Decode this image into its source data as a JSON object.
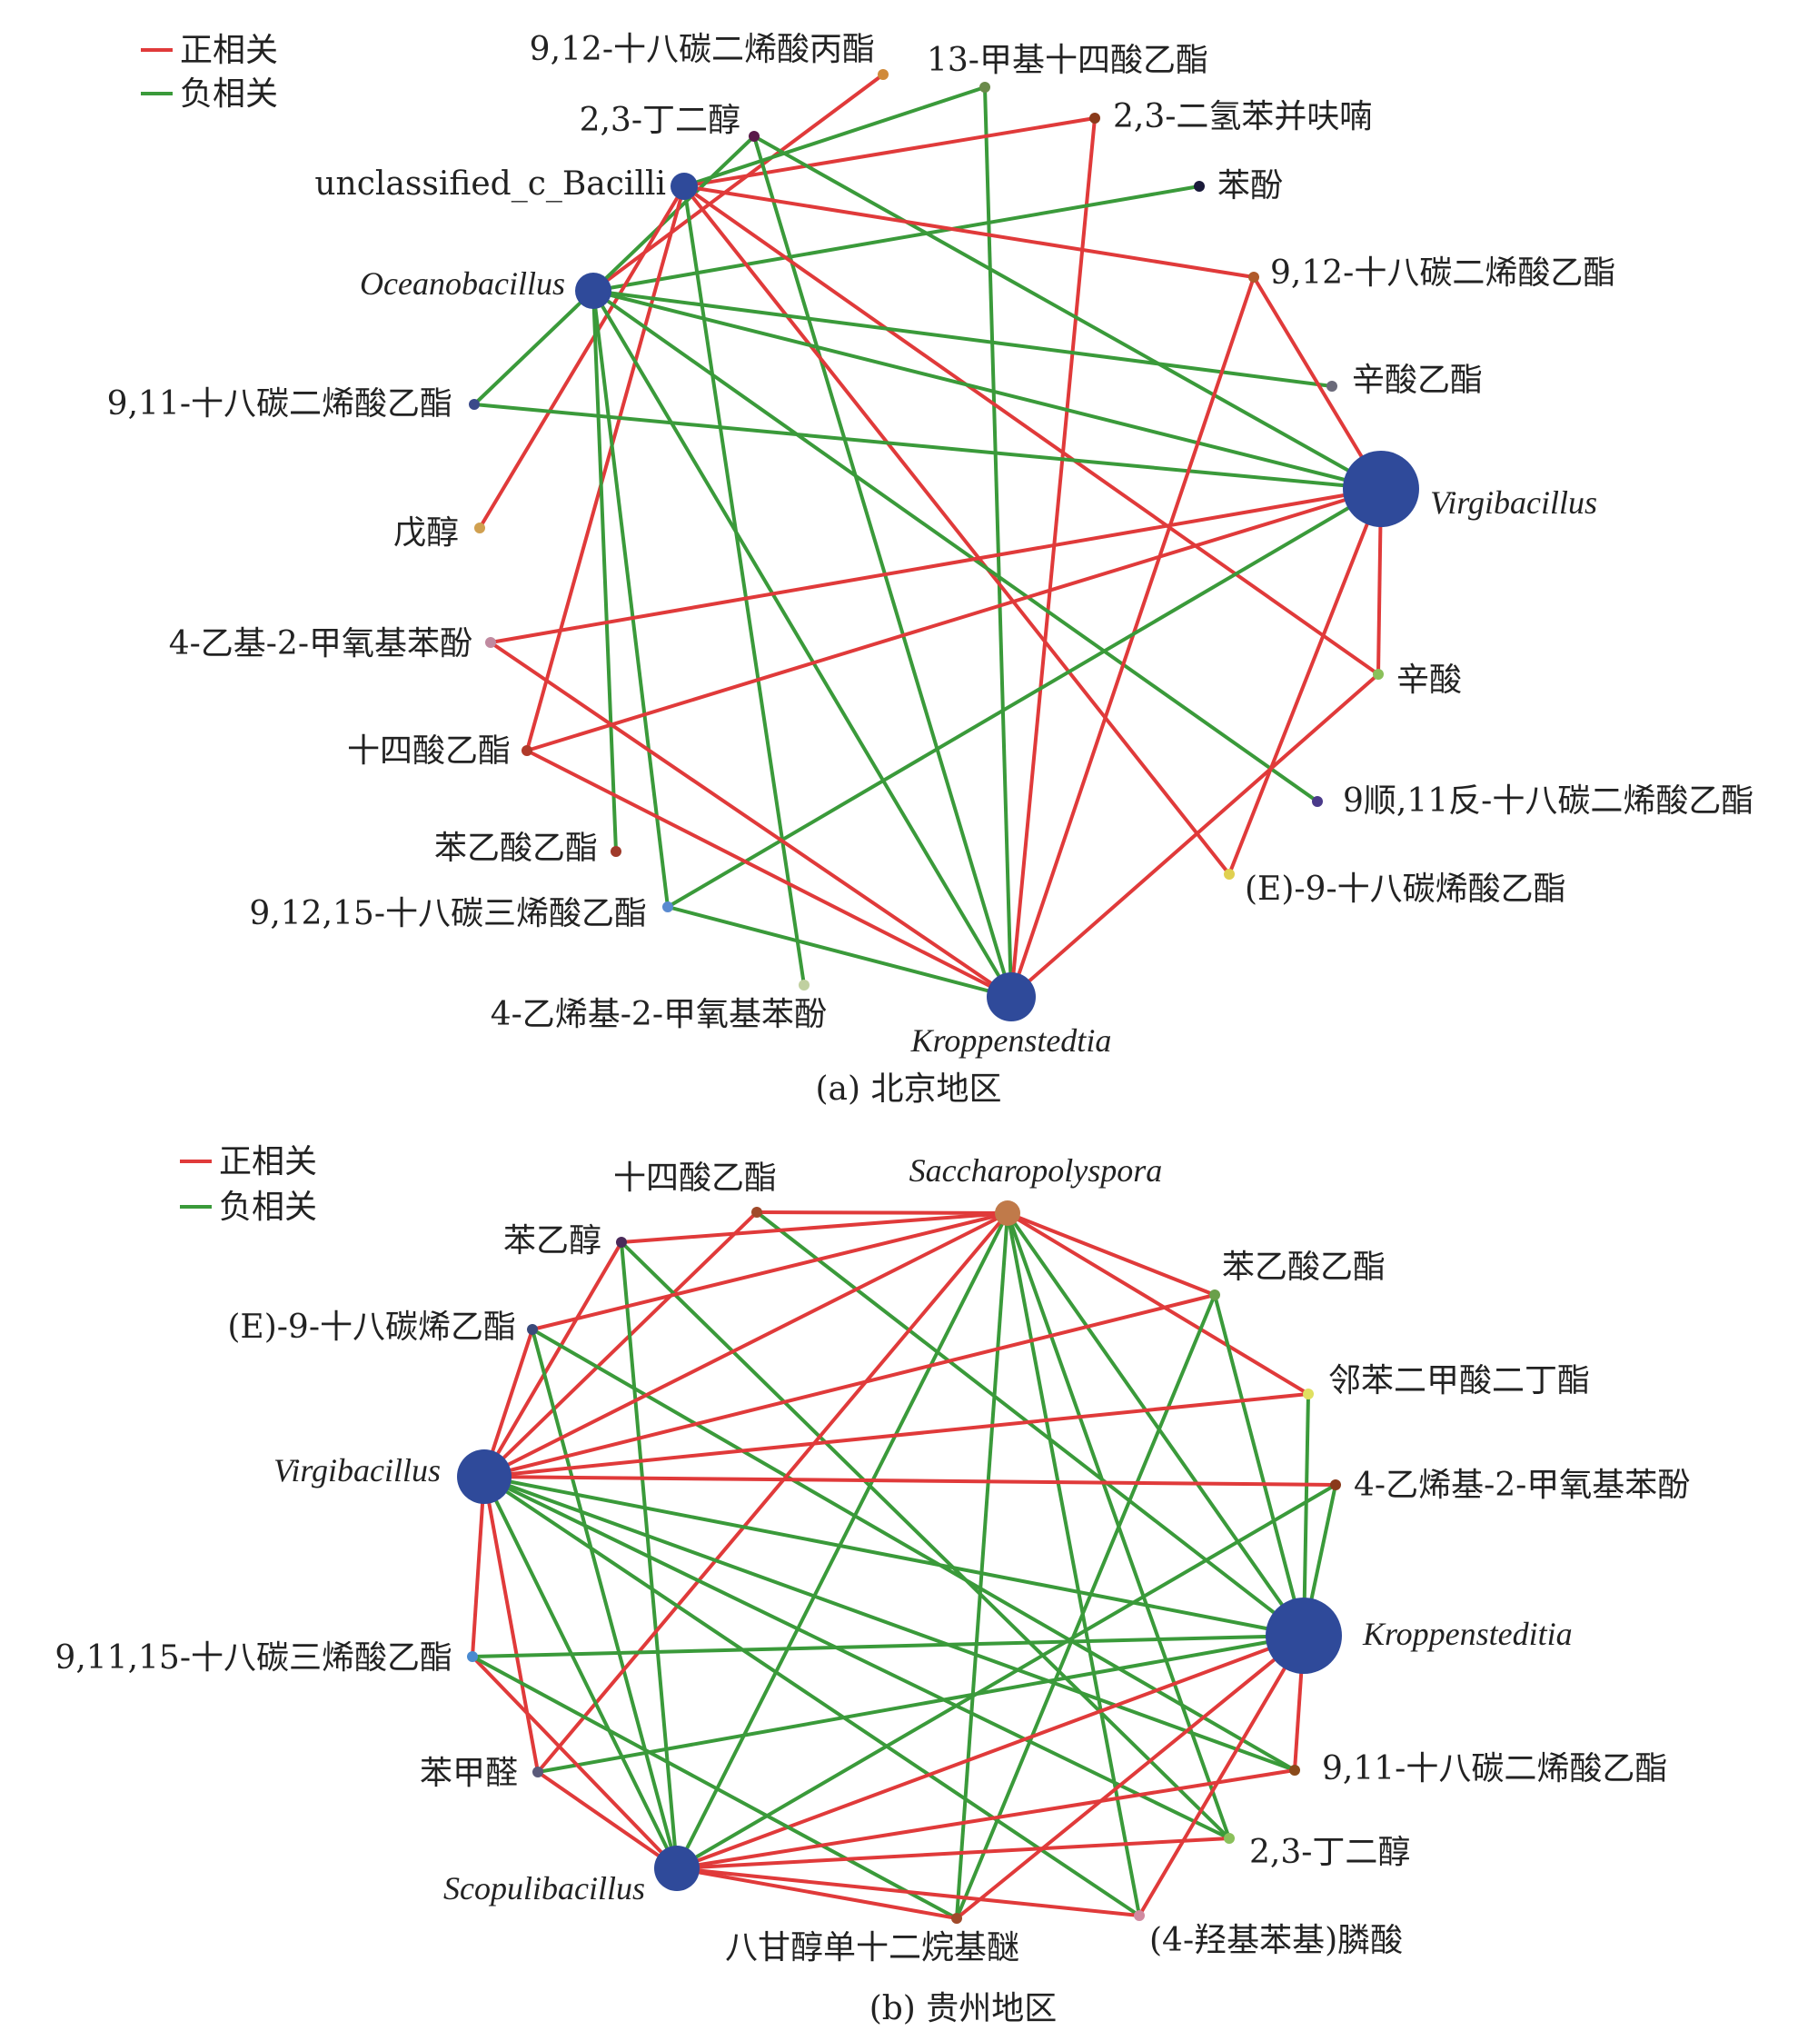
{
  "colors": {
    "positive": "#e03a3a",
    "negative": "#3a9a3a"
  },
  "panels": [
    {
      "id": "a",
      "legend": {
        "positive": "正相关",
        "negative": "负相关"
      },
      "caption": "(a) 北京地区",
      "nodes": [
        {
          "id": "acid_ester_9_12_propyl",
          "label": "9,12-十八碳二烯酸丙酯",
          "italic": false,
          "type": "compound",
          "color": "#d08a3a"
        },
        {
          "id": "methyl13_tetradecanoate",
          "label": "13-甲基十四酸乙酯",
          "italic": false,
          "type": "compound",
          "color": "#6a8a4a"
        },
        {
          "id": "butanediol",
          "label": "2,3-丁二醇",
          "italic": false,
          "type": "compound",
          "color": "#5a1a4a"
        },
        {
          "id": "dihydrobenzofuran",
          "label": "2,3-二氢苯并呋喃",
          "italic": false,
          "type": "compound",
          "color": "#8a3a1a"
        },
        {
          "id": "unclassified_bacilli",
          "label": "unclassified_c_Bacilli",
          "italic": false,
          "type": "genus",
          "color": "#2f4a9a"
        },
        {
          "id": "phenol",
          "label": "苯酚",
          "italic": false,
          "type": "compound",
          "color": "#1a1a3a"
        },
        {
          "id": "oceanobacillus",
          "label": "Oceanobacillus",
          "italic": true,
          "type": "genus",
          "color": "#2f4a9a"
        },
        {
          "id": "ethyl_9_12_linoleate",
          "label": "9,12-十八碳二烯酸乙酯",
          "italic": false,
          "type": "compound",
          "color": "#b05a2a"
        },
        {
          "id": "ethyl_9_11_octadecadienoate",
          "label": "9,11-十八碳二烯酸乙酯",
          "italic": false,
          "type": "compound",
          "color": "#3a4a8a"
        },
        {
          "id": "ethyl_octanoate",
          "label": "辛酸乙酯",
          "italic": false,
          "type": "compound",
          "color": "#6a6a7a"
        },
        {
          "id": "virgibacillus",
          "label": "Virgibacillus",
          "italic": true,
          "type": "genus",
          "color": "#2f4a9a"
        },
        {
          "id": "pentanol",
          "label": "戊醇",
          "italic": false,
          "type": "compound",
          "color": "#d0a050"
        },
        {
          "id": "ethyl_guaiacol",
          "label": "4-乙基-2-甲氧基苯酚",
          "italic": false,
          "type": "compound",
          "color": "#c08aa0"
        },
        {
          "id": "octanoic_acid",
          "label": "辛酸",
          "italic": false,
          "type": "compound",
          "color": "#8ac05a"
        },
        {
          "id": "ethyl_myristate",
          "label": "十四酸乙酯",
          "italic": false,
          "type": "compound",
          "color": "#b03a2a"
        },
        {
          "id": "ethyl_9c11t",
          "label": "9顺,11反-十八碳二烯酸乙酯",
          "italic": false,
          "type": "compound",
          "color": "#4a3a8a"
        },
        {
          "id": "ethyl_phenylacetate",
          "label": "苯乙酸乙酯",
          "italic": false,
          "type": "compound",
          "color": "#a03a2a"
        },
        {
          "id": "ethyl_oleate",
          "label": "(E)-9-十八碳烯酸乙酯",
          "italic": false,
          "type": "compound",
          "color": "#e0d050"
        },
        {
          "id": "ethyl_linolenate",
          "label": "9,12,15-十八碳三烯酸乙酯",
          "italic": false,
          "type": "compound",
          "color": "#5a8ad0"
        },
        {
          "id": "vinyl_guaiacol",
          "label": "4-乙烯基-2-甲氧基苯酚",
          "italic": false,
          "type": "compound",
          "color": "#c0d0a0"
        },
        {
          "id": "kroppenstedtia",
          "label": "Kroppenstedtia",
          "italic": true,
          "type": "genus",
          "color": "#2f4a9a"
        }
      ],
      "edges": [
        [
          "acid_ester_9_12_propyl",
          "oceanobacillus",
          "positive"
        ],
        [
          "methyl13_tetradecanoate",
          "unclassified_bacilli",
          "negative"
        ],
        [
          "methyl13_tetradecanoate",
          "kroppenstedtia",
          "negative"
        ],
        [
          "dihydrobenzofuran",
          "unclassified_bacilli",
          "positive"
        ],
        [
          "dihydrobenzofuran",
          "kroppenstedtia",
          "positive"
        ],
        [
          "phenol",
          "oceanobacillus",
          "negative"
        ],
        [
          "butanediol",
          "ethyl_9_11_octadecadienoate",
          "negative"
        ],
        [
          "butanediol",
          "virgibacillus",
          "negative"
        ],
        [
          "butanediol",
          "kroppenstedtia",
          "negative"
        ],
        [
          "unclassified_bacilli",
          "ethyl_9_12_linoleate",
          "positive"
        ],
        [
          "unclassified_bacilli",
          "octanoic_acid",
          "positive"
        ],
        [
          "unclassified_bacilli",
          "ethyl_oleate",
          "positive"
        ],
        [
          "unclassified_bacilli",
          "ethyl_myristate",
          "positive"
        ],
        [
          "unclassified_bacilli",
          "pentanol",
          "positive"
        ],
        [
          "unclassified_bacilli",
          "vinyl_guaiacol",
          "negative"
        ],
        [
          "oceanobacillus",
          "ethyl_octanoate",
          "negative"
        ],
        [
          "oceanobacillus",
          "virgibacillus",
          "negative"
        ],
        [
          "oceanobacillus",
          "ethyl_9c11t",
          "negative"
        ],
        [
          "oceanobacillus",
          "kroppenstedtia",
          "negative"
        ],
        [
          "oceanobacillus",
          "ethyl_phenylacetate",
          "negative"
        ],
        [
          "oceanobacillus",
          "ethyl_linolenate",
          "negative"
        ],
        [
          "ethyl_9_11_octadecadienoate",
          "virgibacillus",
          "negative"
        ],
        [
          "ethyl_9_12_linoleate",
          "virgibacillus",
          "positive"
        ],
        [
          "ethyl_9_12_linoleate",
          "kroppenstedtia",
          "positive"
        ],
        [
          "virgibacillus",
          "ethyl_guaiacol",
          "positive"
        ],
        [
          "virgibacillus",
          "ethyl_myristate",
          "positive"
        ],
        [
          "virgibacillus",
          "octanoic_acid",
          "positive"
        ],
        [
          "virgibacillus",
          "ethyl_oleate",
          "positive"
        ],
        [
          "virgibacillus",
          "ethyl_linolenate",
          "negative"
        ],
        [
          "ethyl_guaiacol",
          "kroppenstedtia",
          "positive"
        ],
        [
          "ethyl_myristate",
          "kroppenstedtia",
          "positive"
        ],
        [
          "ethyl_linolenate",
          "kroppenstedtia",
          "negative"
        ],
        [
          "kroppenstedtia",
          "octanoic_acid",
          "positive"
        ]
      ]
    },
    {
      "id": "b",
      "legend": {
        "positive": "正相关",
        "negative": "负相关"
      },
      "caption": "(b) 贵州地区",
      "nodes": [
        {
          "id": "ethyl_myristate",
          "label": "十四酸乙酯",
          "italic": false,
          "type": "compound",
          "color": "#a04a2a"
        },
        {
          "id": "saccharopolyspora",
          "label": "Saccharopolyspora",
          "italic": true,
          "type": "genus",
          "color": "#c07a4a"
        },
        {
          "id": "phenylethanol",
          "label": "苯乙醇",
          "italic": false,
          "type": "compound",
          "color": "#4a2a5a"
        },
        {
          "id": "ethyl_phenylacetate",
          "label": "苯乙酸乙酯",
          "italic": false,
          "type": "compound",
          "color": "#6aa04a"
        },
        {
          "id": "ethyl_oleate",
          "label": "(E)-9-十八碳烯乙酯",
          "italic": false,
          "type": "compound",
          "color": "#3a4a7a"
        },
        {
          "id": "dbp",
          "label": "邻苯二甲酸二丁酯",
          "italic": false,
          "type": "compound",
          "color": "#e0e060"
        },
        {
          "id": "virgibacillus",
          "label": "Virgibacillus",
          "italic": true,
          "type": "genus",
          "color": "#2f4a9a"
        },
        {
          "id": "vinyl_guaiacol",
          "label": "4-乙烯基-2-甲氧基苯酚",
          "italic": false,
          "type": "compound",
          "color": "#8a3a1a"
        },
        {
          "id": "kroppensteditia",
          "label": "Kroppensteditia",
          "italic": true,
          "type": "genus",
          "color": "#2f4a9a"
        },
        {
          "id": "ethyl_linolenate",
          "label": "9,11,15-十八碳三烯酸乙酯",
          "italic": false,
          "type": "compound",
          "color": "#4a8ad0"
        },
        {
          "id": "benzaldehyde",
          "label": "苯甲醛",
          "italic": false,
          "type": "compound",
          "color": "#5a5a7a"
        },
        {
          "id": "ethyl_9_11",
          "label": "9,11-十八碳二烯酸乙酯",
          "italic": false,
          "type": "compound",
          "color": "#8a4a1a"
        },
        {
          "id": "butanediol",
          "label": "2,3-丁二醇",
          "italic": false,
          "type": "compound",
          "color": "#8ac05a"
        },
        {
          "id": "scopulibacillus",
          "label": "Scopulibacillus",
          "italic": true,
          "type": "genus",
          "color": "#2f4a9a"
        },
        {
          "id": "octaglycol",
          "label": "八甘醇单十二烷基醚",
          "italic": false,
          "type": "compound",
          "color": "#a04a2a"
        },
        {
          "id": "hydroxyphenyl_phosphonic",
          "label": "(4-羟基苯基)膦酸",
          "italic": false,
          "type": "compound",
          "color": "#d08aa0"
        }
      ],
      "edges": [
        [
          "ethyl_myristate",
          "saccharopolyspora",
          "positive"
        ],
        [
          "ethyl_myristate",
          "virgibacillus",
          "positive"
        ],
        [
          "ethyl_myristate",
          "kroppensteditia",
          "negative"
        ],
        [
          "phenylethanol",
          "saccharopolyspora",
          "positive"
        ],
        [
          "phenylethanol",
          "virgibacillus",
          "positive"
        ],
        [
          "phenylethanol",
          "butanediol",
          "negative"
        ],
        [
          "phenylethanol",
          "scopulibacillus",
          "negative"
        ],
        [
          "ethyl_oleate",
          "saccharopolyspora",
          "positive"
        ],
        [
          "ethyl_oleate",
          "virgibacillus",
          "positive"
        ],
        [
          "ethyl_oleate",
          "scopulibacillus",
          "negative"
        ],
        [
          "ethyl_oleate",
          "ethyl_9_11",
          "negative"
        ],
        [
          "saccharopolyspora",
          "virgibacillus",
          "positive"
        ],
        [
          "saccharopolyspora",
          "ethyl_phenylacetate",
          "positive"
        ],
        [
          "saccharopolyspora",
          "dbp",
          "positive"
        ],
        [
          "saccharopolyspora",
          "kroppensteditia",
          "negative"
        ],
        [
          "saccharopolyspora",
          "scopulibacillus",
          "negative"
        ],
        [
          "saccharopolyspora",
          "octaglycol",
          "negative"
        ],
        [
          "saccharopolyspora",
          "hydroxyphenyl_phosphonic",
          "negative"
        ],
        [
          "saccharopolyspora",
          "butanediol",
          "negative"
        ],
        [
          "saccharopolyspora",
          "benzaldehyde",
          "positive"
        ],
        [
          "ethyl_phenylacetate",
          "virgibacillus",
          "positive"
        ],
        [
          "ethyl_phenylacetate",
          "kroppensteditia",
          "negative"
        ],
        [
          "ethyl_phenylacetate",
          "octaglycol",
          "negative"
        ],
        [
          "dbp",
          "virgibacillus",
          "positive"
        ],
        [
          "dbp",
          "kroppensteditia",
          "negative"
        ],
        [
          "virgibacillus",
          "vinyl_guaiacol",
          "positive"
        ],
        [
          "virgibacillus",
          "kroppensteditia",
          "negative"
        ],
        [
          "virgibacillus",
          "ethyl_linolenate",
          "positive"
        ],
        [
          "virgibacillus",
          "benzaldehyde",
          "positive"
        ],
        [
          "virgibacillus",
          "ethyl_9_11",
          "negative"
        ],
        [
          "virgibacillus",
          "butanediol",
          "negative"
        ],
        [
          "virgibacillus",
          "scopulibacillus",
          "negative"
        ],
        [
          "virgibacillus",
          "hydroxyphenyl_phosphonic",
          "negative"
        ],
        [
          "vinyl_guaiacol",
          "kroppensteditia",
          "negative"
        ],
        [
          "vinyl_guaiacol",
          "scopulibacillus",
          "negative"
        ],
        [
          "kroppensteditia",
          "ethyl_linolenate",
          "negative"
        ],
        [
          "kroppensteditia",
          "benzaldehyde",
          "negative"
        ],
        [
          "kroppensteditia",
          "scopulibacillus",
          "positive"
        ],
        [
          "kroppensteditia",
          "octaglycol",
          "positive"
        ],
        [
          "kroppensteditia",
          "hydroxyphenyl_phosphonic",
          "positive"
        ],
        [
          "kroppensteditia",
          "ethyl_9_11",
          "positive"
        ],
        [
          "ethyl_linolenate",
          "scopulibacillus",
          "positive"
        ],
        [
          "ethyl_linolenate",
          "octaglycol",
          "negative"
        ],
        [
          "benzaldehyde",
          "scopulibacillus",
          "positive"
        ],
        [
          "scopulibacillus",
          "ethyl_9_11",
          "positive"
        ],
        [
          "scopulibacillus",
          "butanediol",
          "positive"
        ],
        [
          "scopulibacillus",
          "octaglycol",
          "positive"
        ],
        [
          "scopulibacillus",
          "hydroxyphenyl_phosphonic",
          "positive"
        ]
      ]
    }
  ]
}
